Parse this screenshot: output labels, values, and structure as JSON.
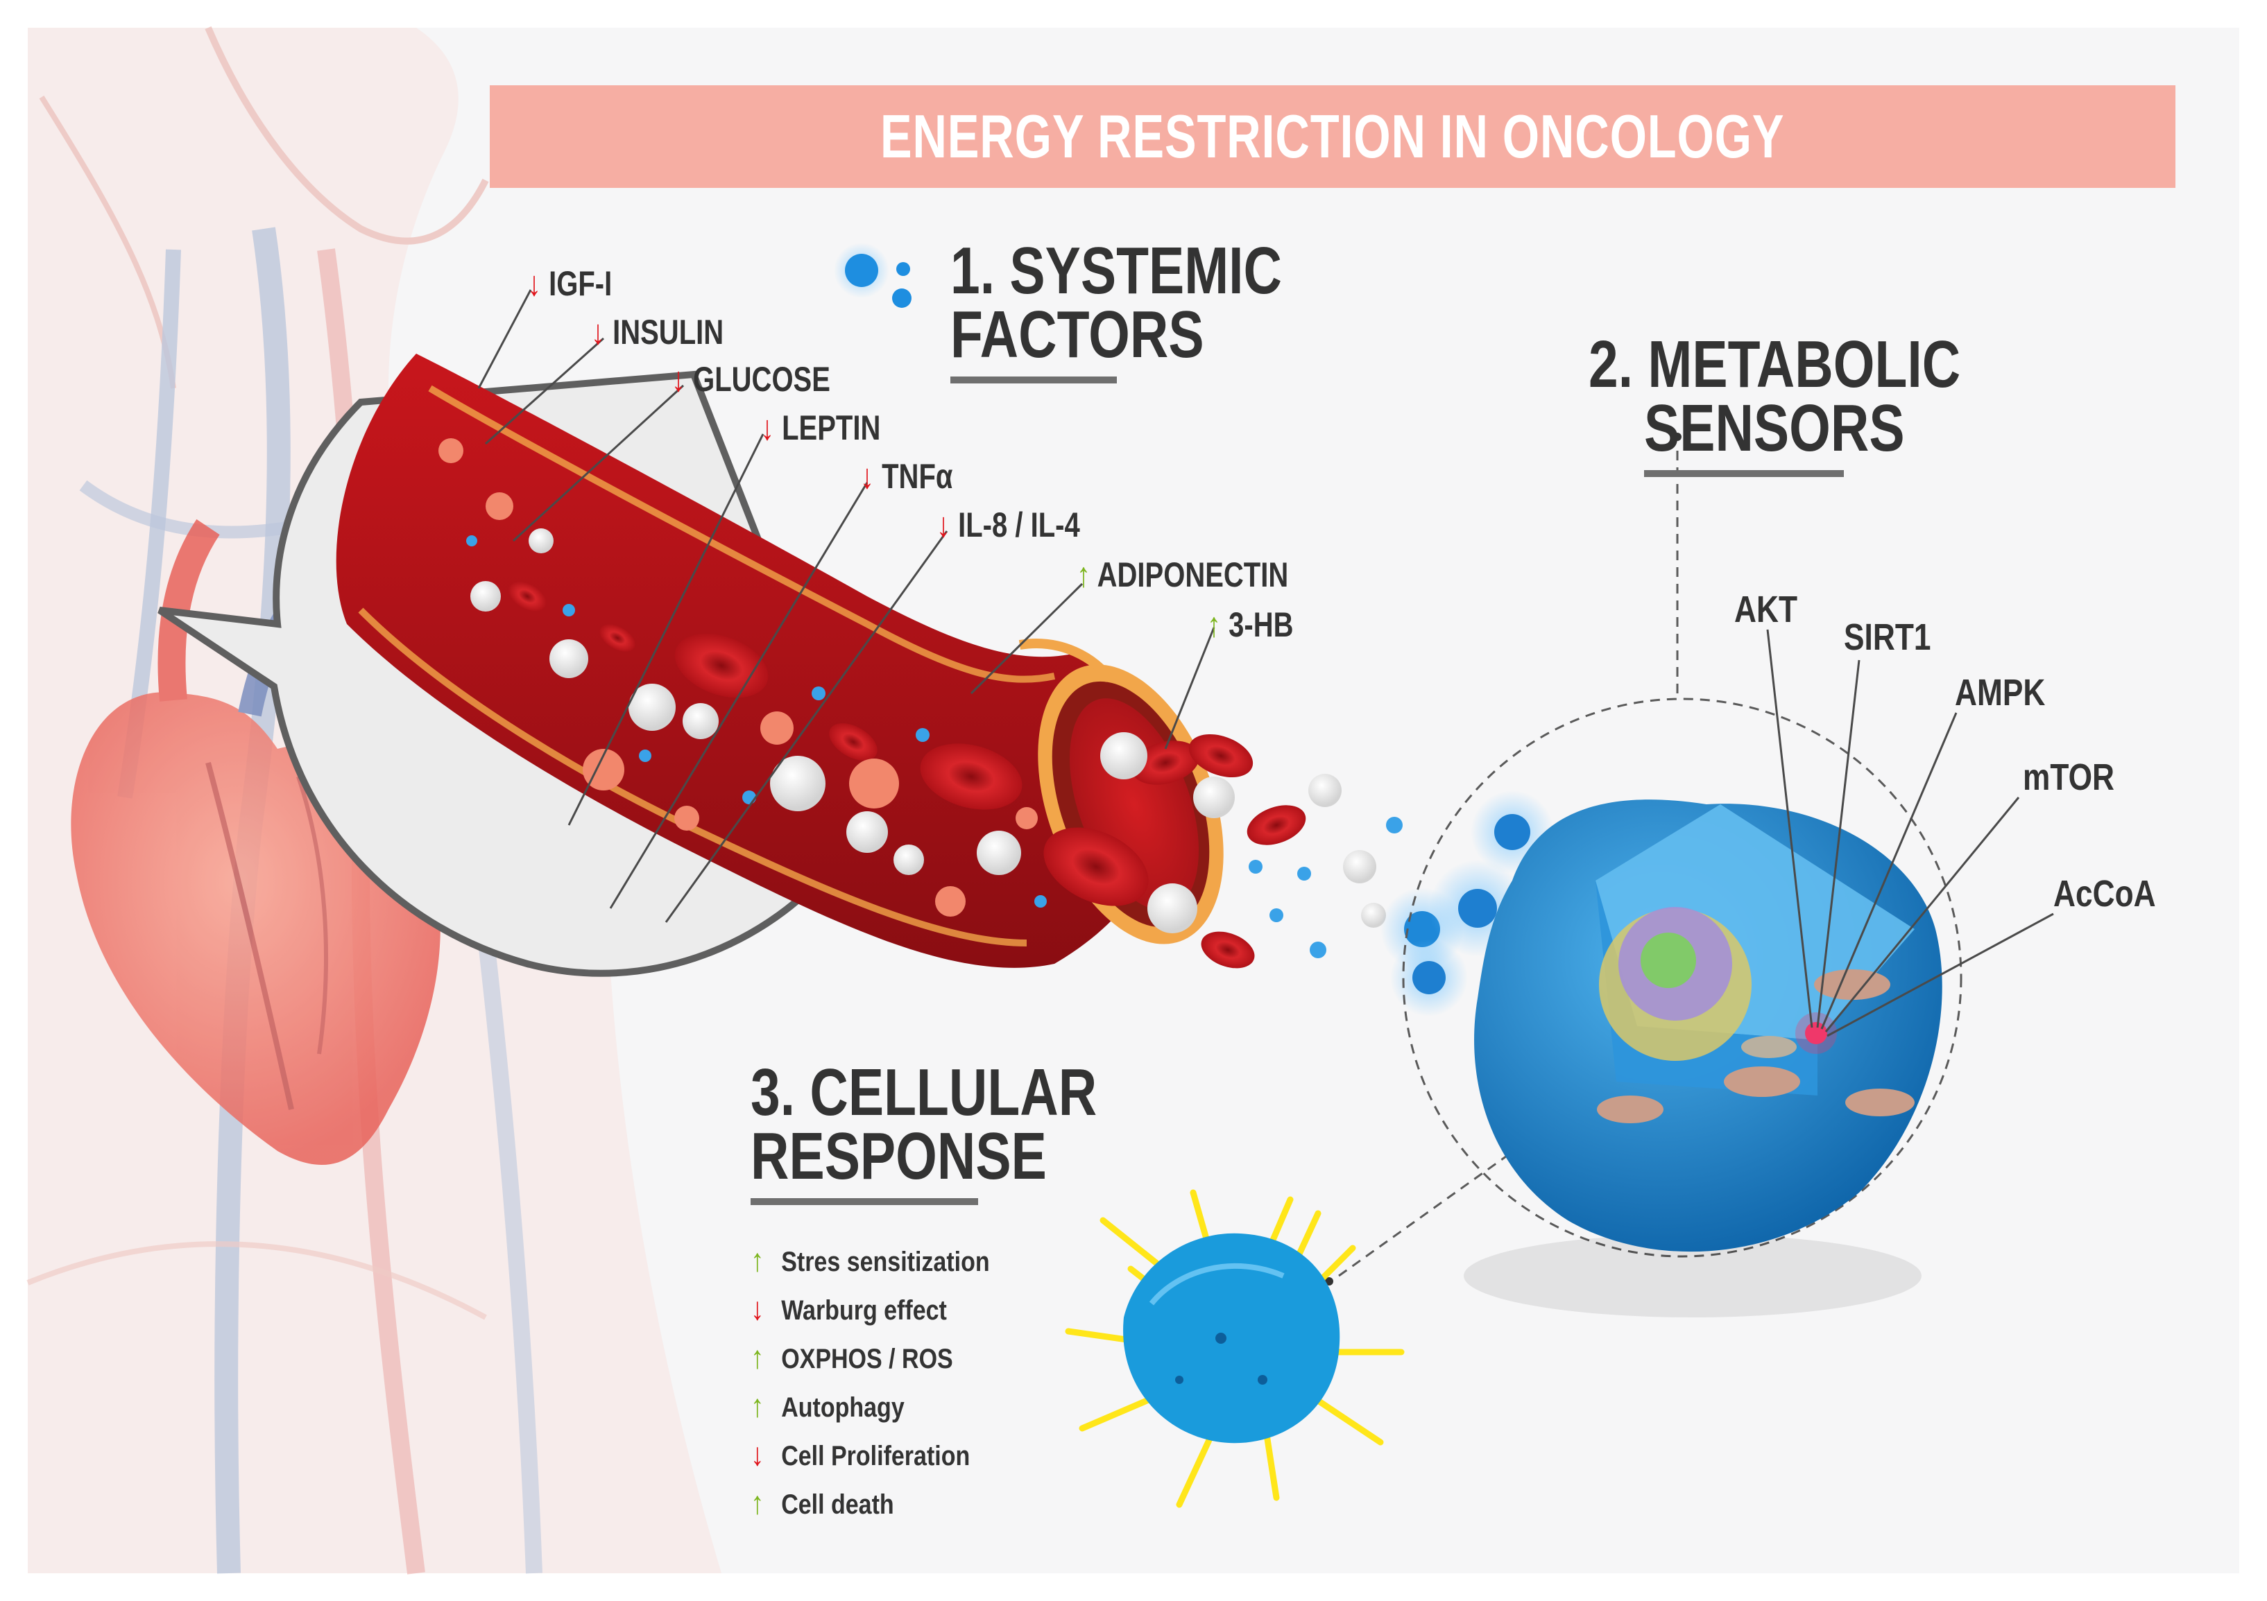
{
  "title": "ENERGY RESTRICTION IN ONCOLOGY",
  "sections": {
    "systemic": {
      "line1": "1. SYSTEMIC",
      "line2": "FACTORS"
    },
    "metabolic": {
      "line1": "2. METABOLIC",
      "line2": "SENSORS"
    },
    "cellular": {
      "line1": "3. CELLULAR",
      "line2": "RESPONSE"
    }
  },
  "systemic_factors": [
    {
      "direction": "down",
      "arrow": "↓",
      "label": "IGF-I"
    },
    {
      "direction": "down",
      "arrow": "↓",
      "label": "INSULIN"
    },
    {
      "direction": "down",
      "arrow": "↓",
      "label": "GLUCOSE"
    },
    {
      "direction": "down",
      "arrow": "↓",
      "label": "LEPTIN"
    },
    {
      "direction": "down",
      "arrow": "↓",
      "label": "TNFα"
    },
    {
      "direction": "down",
      "arrow": "↓",
      "label": "IL-8 / IL-4"
    },
    {
      "direction": "up",
      "arrow": "↑",
      "label": "ADIPONECTIN"
    },
    {
      "direction": "up",
      "arrow": "↑",
      "label": "3-HB"
    }
  ],
  "metabolic_sensors": [
    "AKT",
    "SIRT1",
    "AMPK",
    "mTOR",
    "AcCoA"
  ],
  "cellular_response": [
    {
      "direction": "up",
      "arrow": "↑",
      "label": "Stres sensitization"
    },
    {
      "direction": "down",
      "arrow": "↓",
      "label": "Warburg effect"
    },
    {
      "direction": "up",
      "arrow": "↑",
      "label": "OXPHOS / ROS"
    },
    {
      "direction": "up",
      "arrow": "↑",
      "label": "Autophagy"
    },
    {
      "direction": "down",
      "arrow": "↓",
      "label": "Cell Proliferation"
    },
    {
      "direction": "up",
      "arrow": "↑",
      "label": "Cell death"
    }
  ],
  "colors": {
    "banner": "#f6aea3",
    "decrease_arrow": "#e0141b",
    "increase_arrow": "#7cb51e",
    "vessel": "#c3141b",
    "cell": "#1e90d6",
    "heading_text": "#333333"
  }
}
